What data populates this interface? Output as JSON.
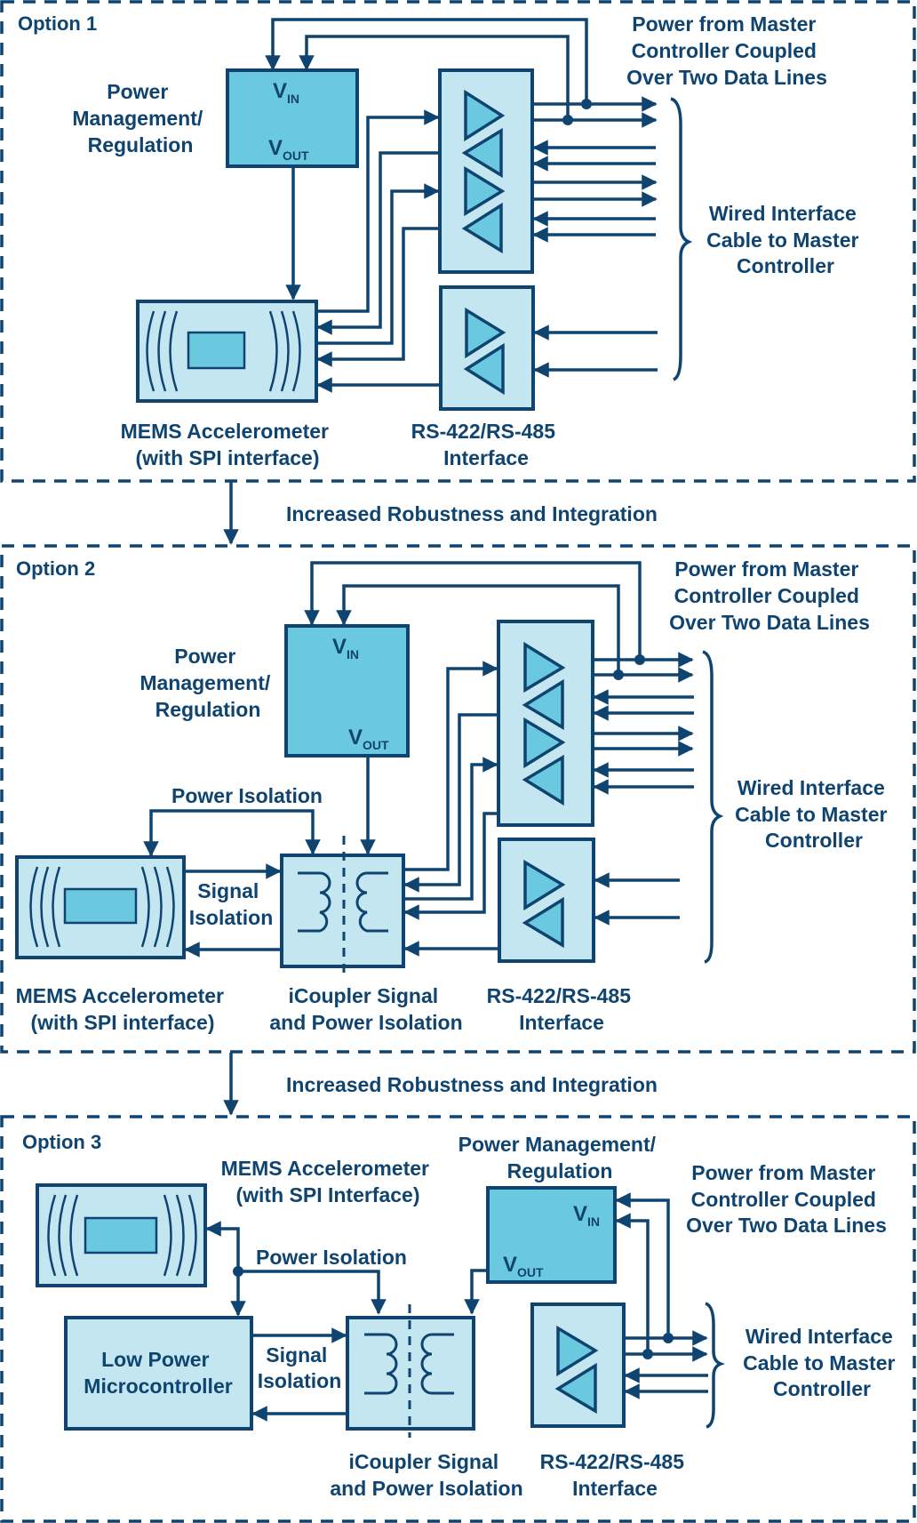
{
  "figure": {
    "colors": {
      "line": "#0f4470",
      "box_light": "#c4e6f0",
      "box_dark": "#6bc9df",
      "background": "#ffffff"
    },
    "transition_label": "Increased Robustness and Integration",
    "options": [
      {
        "title": "Option 1",
        "power_mgmt_label": [
          "Power",
          "Management/",
          "Regulation"
        ],
        "vin": {
          "main": "V",
          "sub": "IN"
        },
        "vout": {
          "main": "V",
          "sub": "OUT"
        },
        "power_from_master": [
          "Power from Master",
          "Controller Coupled",
          "Over Two Data Lines"
        ],
        "wired_interface": [
          "Wired Interface",
          "Cable to Master",
          "Controller"
        ],
        "mems_label": [
          "MEMS Accelerometer",
          "(with SPI interface)"
        ],
        "rs_label": [
          "RS-422/RS-485",
          "Interface"
        ]
      },
      {
        "title": "Option 2",
        "power_mgmt_label": [
          "Power",
          "Management/",
          "Regulation"
        ],
        "vin": {
          "main": "V",
          "sub": "IN"
        },
        "vout": {
          "main": "V",
          "sub": "OUT"
        },
        "power_from_master": [
          "Power from Master",
          "Controller Coupled",
          "Over Two Data Lines"
        ],
        "wired_interface": [
          "Wired Interface",
          "Cable to Master",
          "Controller"
        ],
        "power_isolation": "Power Isolation",
        "signal_isolation": [
          "Signal",
          "Isolation"
        ],
        "mems_label": [
          "MEMS Accelerometer",
          "(with SPI interface)"
        ],
        "icoupler_label": [
          "iCoupler Signal",
          "and Power Isolation"
        ],
        "rs_label": [
          "RS-422/RS-485",
          "Interface"
        ]
      },
      {
        "title": "Option 3",
        "mems_label": [
          "MEMS Accelerometer",
          "(with SPI Interface)"
        ],
        "power_mgmt_label": [
          "Power Management/",
          "Regulation"
        ],
        "vin": {
          "main": "V",
          "sub": "IN"
        },
        "vout": {
          "main": "V",
          "sub": "OUT"
        },
        "power_from_master": [
          "Power from Master",
          "Controller Coupled",
          "Over Two Data Lines"
        ],
        "power_isolation": "Power Isolation",
        "mcu_label": [
          "Low Power",
          "Microcontroller"
        ],
        "signal_isolation": [
          "Signal",
          "Isolation"
        ],
        "wired_interface": [
          "Wired Interface",
          "Cable to Master",
          "Controller"
        ],
        "icoupler_label": [
          "iCoupler Signal",
          "and Power Isolation"
        ],
        "rs_label": [
          "RS-422/RS-485",
          "Interface"
        ]
      }
    ]
  }
}
